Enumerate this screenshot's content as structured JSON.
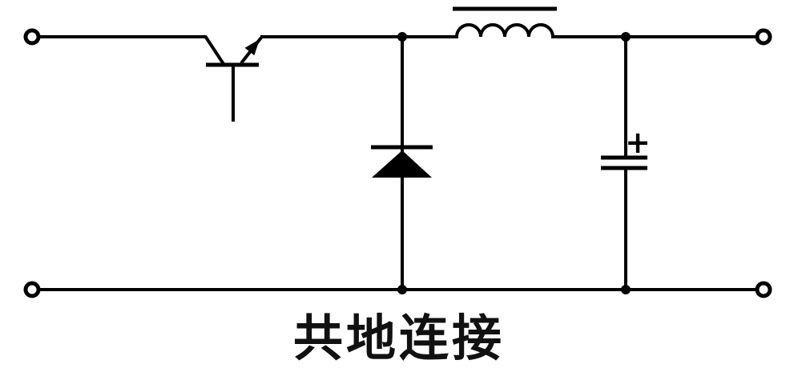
{
  "caption": {
    "text": "共地连接"
  },
  "capacitor": {
    "polarity_label": "+"
  },
  "colors": {
    "line": "#000000",
    "background": "#ffffff"
  },
  "diagram": {
    "type": "circuit-schematic",
    "topic": "buck converter with common ground connection",
    "components": [
      "input-terminal-top",
      "input-terminal-bottom",
      "switching-transistor",
      "freewheeling-diode",
      "filter-inductor",
      "polarized-output-capacitor",
      "output-terminal-top",
      "output-terminal-bottom",
      "common-ground-rail"
    ]
  }
}
